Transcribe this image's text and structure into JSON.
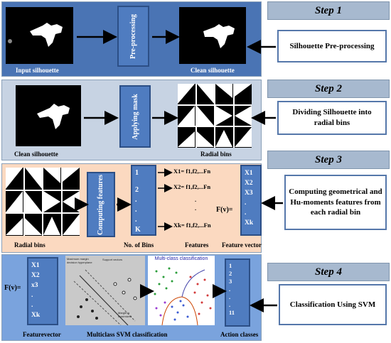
{
  "steps": [
    {
      "title": "Step 1",
      "description": "Silhouette Pre-processing"
    },
    {
      "title": "Step 2",
      "description": "Dividing Silhouette into radial bins"
    },
    {
      "title": "Step 3",
      "description": "Computing  geometrical and Hu-moments features from each radial bin"
    },
    {
      "title": "Step 4",
      "description": "Classification Using SVM"
    }
  ],
  "row1": {
    "input_label": "Input  silhouette",
    "process_label": "Pre-processing",
    "output_label": "Clean  silhouette",
    "background": "#4a74b4"
  },
  "row2": {
    "input_label": "Clean  silhouette",
    "process_label": "Applying  mask",
    "output_label": "Radial  bins",
    "background": "#c7d3e3"
  },
  "row3": {
    "bins_label": "Radial  bins",
    "process_label": "Computing features",
    "bin_list": [
      "1",
      "2",
      ".",
      ".",
      ".",
      "K"
    ],
    "bin_list_label": "No. of Bins",
    "features": [
      "X1= f1,f2,...Fn",
      "X2= f1,f2,...Fn",
      ".",
      ".",
      "Xk= f1,f2,...Fn"
    ],
    "features_label": "Features",
    "fv_symbol": "F(v)=",
    "vector": [
      "X1",
      "X2",
      "X3",
      ".",
      ".",
      "Xk"
    ],
    "vector_label": "Feature vector",
    "background": "#fbd9c0"
  },
  "row4": {
    "fv_symbol": "F(v)=",
    "vector": [
      "X1",
      "X2",
      "x3",
      ".",
      ".",
      "Xk"
    ],
    "vector_label": "Featurevector",
    "svm_labels": [
      "Maximum margin decision hyperplane",
      "Support vectors",
      "Margin is maximized"
    ],
    "multiclass_title": "Multi-class classification",
    "svm_label": "Multiclass SVM classification",
    "classes": [
      "1",
      "2",
      "3",
      ".",
      ".",
      ".",
      "11"
    ],
    "classes_label": "Action classes",
    "background": "#7aa3dd"
  },
  "colors": {
    "arrow": "#000000",
    "accent_box": "#4f7cc0",
    "step_band": "#a7b9cf"
  }
}
